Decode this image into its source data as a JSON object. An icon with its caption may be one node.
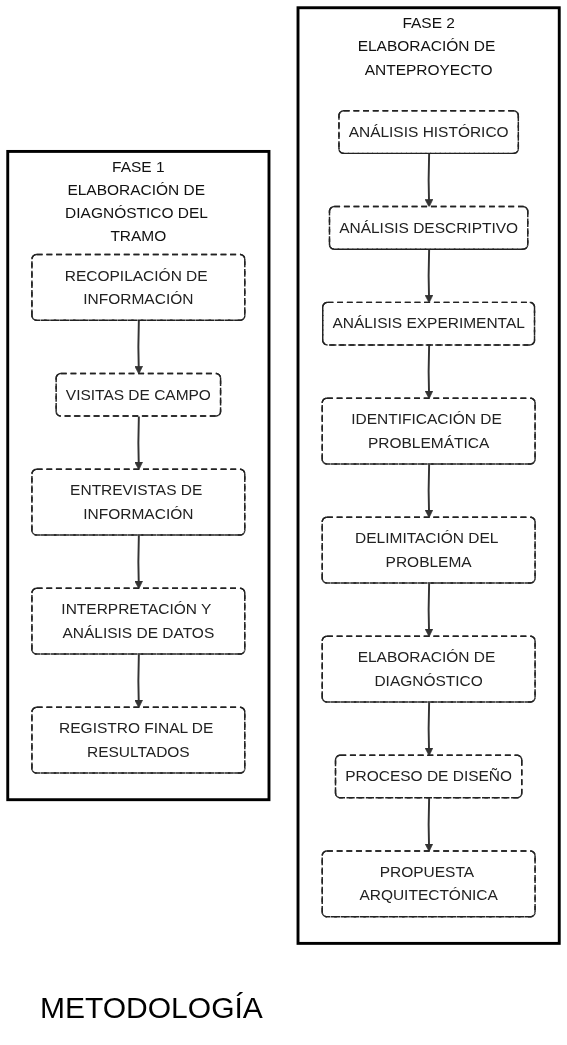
{
  "diagram": {
    "title": "METODOLOGÍA",
    "nodes": [
      {
        "text": [
          "FASE 1",
          "ELABORACIÓN DE DIAGNÓSTICO DEL TRAMO"
        ]
      },
      {
        "text": [
          "RECOPILACIÓN DE INFORMACIÓN"
        ],
        "in": 0
      },
      {
        "text": [
          "VISITAS DE CAMPO"
        ],
        "in": 0
      },
      {
        "text": [
          "ENTREVISTAS DE INFORMACIÓN"
        ],
        "in": 0
      },
      {
        "text": [
          "INTERPRETACIÓN Y ANÁLISIS DE DATOS"
        ],
        "in": 0
      },
      {
        "text": [
          "REGISTRO FINAL DE RESULTADOS"
        ],
        "in": 0
      },
      {
        "text": [
          "FASE 2",
          "ELABORACIÓN DE ANTEPROYECTO"
        ]
      },
      {
        "text": [
          "ANÁLISIS HISTÓRICO"
        ],
        "in": 6
      },
      {
        "text": [
          "ANÁLISIS DESCRIPTIVO"
        ],
        "in": 6
      },
      {
        "text": [
          "ANÁLISIS EXPERIMENTAL"
        ],
        "in": 6
      },
      {
        "text": [
          "IDENTIFICACIÓN DE PROBLEMÁTICA"
        ],
        "in": 6
      },
      {
        "text": [
          "DELIMITACIÓN DEL PROBLEMA"
        ],
        "in": 6
      },
      {
        "text": [
          "ELABORACIÓN DE DIAGNÓSTICO"
        ],
        "in": 6
      },
      {
        "text": [
          "PROCESO DE DISEÑO"
        ],
        "in": 6
      },
      {
        "text": [
          "PROPUESTA ARQUITECTÓNICA"
        ],
        "in": 6
      }
    ],
    "edges": [
      {
        "from": 1,
        "to": 2,
        "arrow": "to"
      },
      {
        "from": 2,
        "to": 3,
        "arrow": "to"
      },
      {
        "from": 3,
        "to": 4,
        "arrow": "to"
      },
      {
        "from": 4,
        "to": 5,
        "arrow": "to"
      },
      {
        "from": 7,
        "to": 8,
        "arrow": "to"
      },
      {
        "from": 8,
        "to": 9,
        "arrow": "to"
      },
      {
        "from": 9,
        "to": 10,
        "arrow": "to"
      },
      {
        "from": 10,
        "to": 11,
        "arrow": "to"
      },
      {
        "from": 11,
        "to": 12,
        "arrow": "to"
      },
      {
        "from": 12,
        "to": 13,
        "arrow": "to"
      },
      {
        "from": 13,
        "to": 14,
        "arrow": "to"
      }
    ]
  }
}
